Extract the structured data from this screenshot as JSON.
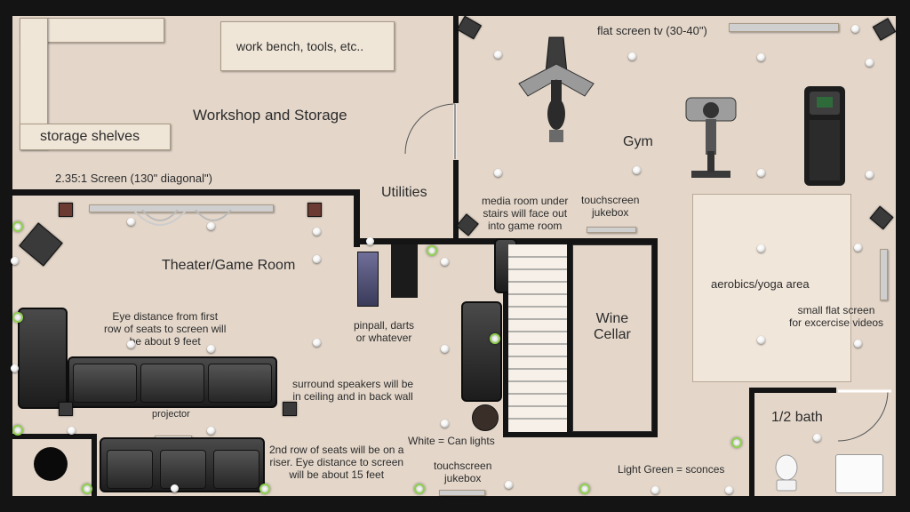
{
  "rooms": {
    "workshop": "Workshop and Storage",
    "workbench": "work bench, tools, etc..",
    "storage_shelves": "storage shelves",
    "utilities": "Utilities",
    "gym": "Gym",
    "theater": "Theater/Game Room",
    "wine_cellar": [
      "Wine",
      "Cellar"
    ],
    "bath": "1/2 bath",
    "aerobics": "aerobics/yoga area"
  },
  "notes": {
    "screen": "2.35:1 Screen (130\" diagonal\")",
    "flat_tv": "flat screen tv (30-40\")",
    "media_room": [
      "media room under",
      "stairs will face out",
      "into game room"
    ],
    "touchscreen_top": [
      "touchscreen",
      "jukebox"
    ],
    "touchscreen_bottom": [
      "touchscreen",
      "jukebox"
    ],
    "eye_distance_1": [
      "Eye distance from first",
      "row of seats to screen will",
      "be about 9 feet"
    ],
    "pinball": [
      "pinpall, darts",
      "or whatever"
    ],
    "surround": [
      "surround speakers will be",
      "in ceiling and in back wall"
    ],
    "projector": "projector",
    "second_row": [
      "2nd row of seats will be on a",
      "riser. Eye distance to screen",
      "will be about 15 feet"
    ],
    "white_legend": "White = Can lights",
    "green_legend": "Light Green = sconces",
    "small_flat": [
      "small flat screen",
      "for excercise videos"
    ]
  },
  "colors": {
    "floor": "#e4d7ca",
    "wall": "#141414",
    "sconce_ring": "#8fd14f",
    "aerobics_floor": "#f1e6da"
  }
}
